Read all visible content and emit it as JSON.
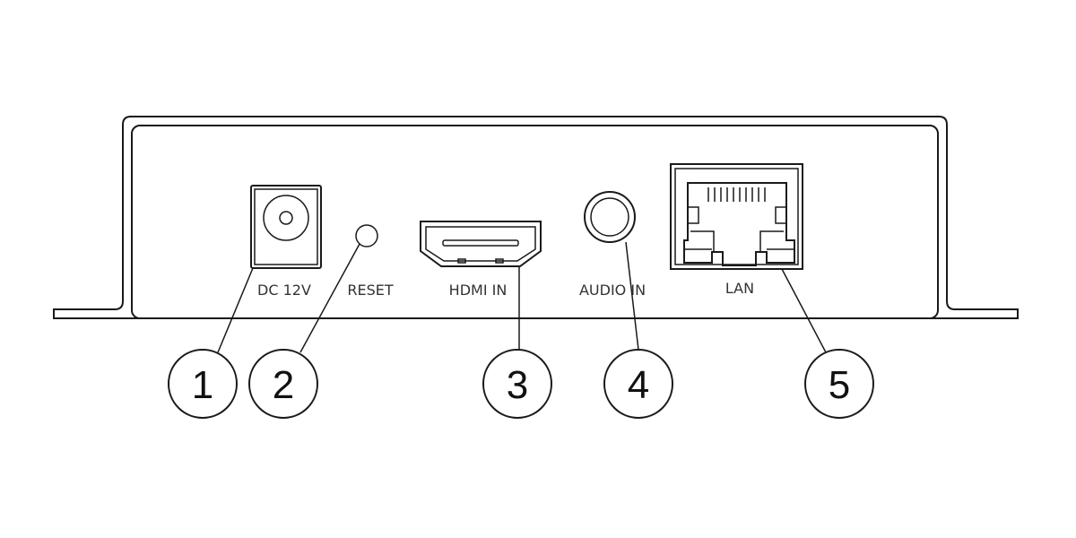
{
  "ports": [
    {
      "number": "1",
      "label": "DC 12V"
    },
    {
      "number": "2",
      "label": "RESET"
    },
    {
      "number": "3",
      "label": "HDMI IN"
    },
    {
      "number": "4",
      "label": "AUDIO IN"
    },
    {
      "number": "5",
      "label": "LAN"
    }
  ]
}
